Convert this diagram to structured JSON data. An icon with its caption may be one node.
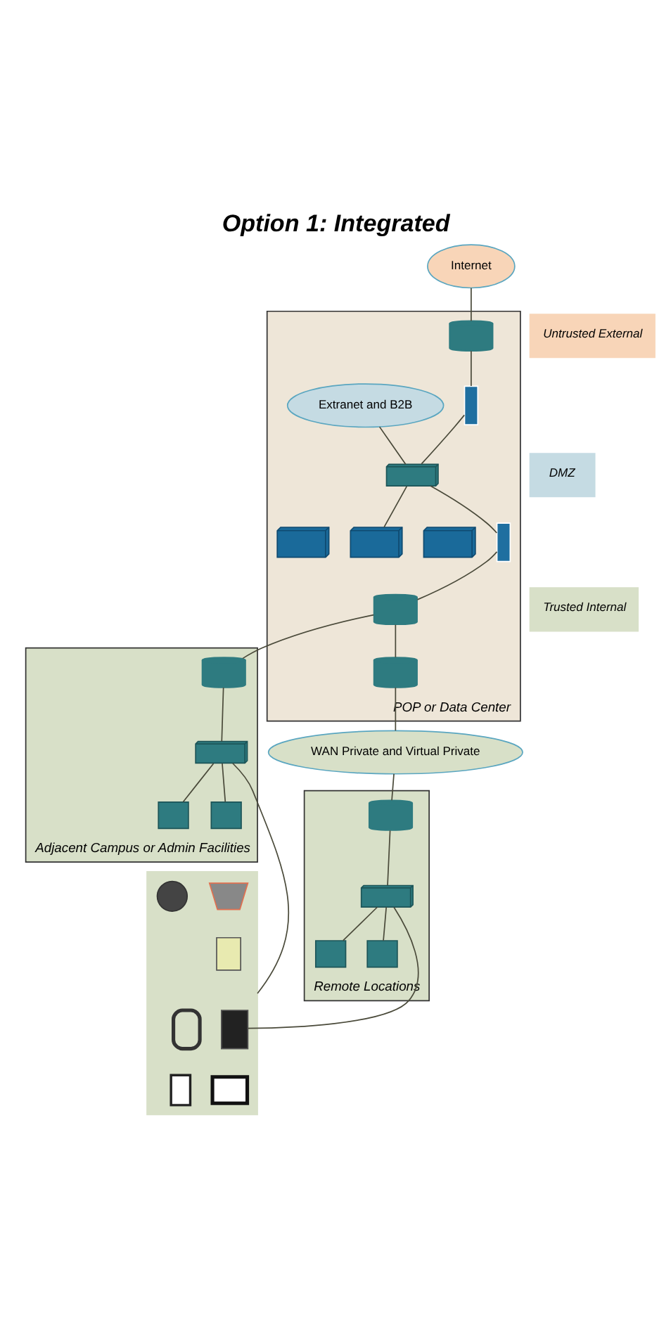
{
  "diagram": {
    "title": "Option 1: Integrated",
    "nodes": [
      {
        "text": [
          "Internet"
        ]
      },
      {
        "text": [
          "Untrusted External"
        ]
      },
      {
        "text": [
          "DMZ"
        ]
      },
      {
        "text": [
          "Trusted Internal"
        ]
      },
      {
        "text": [
          "POP or Data Center"
        ]
      },
      {
        "text": [],
        "shape": "router",
        "in": 4
      },
      {
        "text": [],
        "shape": "firewall",
        "in": 4
      },
      {
        "text": [],
        "shape": "switch",
        "in": 4
      },
      {
        "text": [
          "Extranet and B2B"
        ],
        "in": 4
      },
      {
        "text": [],
        "shape": "server",
        "in": 4
      },
      {
        "text": [],
        "shape": "server",
        "in": 4
      },
      {
        "text": [],
        "shape": "server",
        "in": 4
      },
      {
        "text": [],
        "shape": "firewall",
        "in": 4
      },
      {
        "text": [],
        "shape": "router",
        "in": 4
      },
      {
        "text": [],
        "shape": "router",
        "in": 4
      },
      {
        "text": [
          "WAN Private and Virtual Private"
        ]
      },
      {
        "text": [
          "Remote Locations"
        ]
      },
      {
        "text": [],
        "shape": "router",
        "in": 16
      },
      {
        "text": [],
        "shape": "switch",
        "in": 16
      },
      {
        "text": [],
        "shape": "computer",
        "in": 16
      },
      {
        "text": [],
        "shape": "computer",
        "in": 16
      },
      {
        "text": [
          "Adjacent Campus or Admin Facilities"
        ]
      },
      {
        "text": [],
        "shape": "router",
        "in": 21
      },
      {
        "text": [],
        "shape": "switch",
        "in": 21
      },
      {
        "text": [],
        "shape": "computer",
        "in": 21
      },
      {
        "text": [],
        "shape": "computer",
        "in": 21
      },
      {
        "text": [],
        "shape": "box"
      },
      {
        "text": [],
        "shape": "fridge",
        "in": 26
      },
      {
        "text": [],
        "shape": "reader",
        "in": 26
      },
      {
        "text": [],
        "shape": "camera",
        "in": 26
      },
      {
        "text": [],
        "shape": "scanner",
        "in": 26
      },
      {
        "text": [],
        "shape": "terminal",
        "in": 26
      },
      {
        "text": [],
        "shape": "tv",
        "in": 26
      },
      {
        "text": [],
        "shape": "badge",
        "in": 26
      }
    ],
    "edges": [
      {
        "from": 0,
        "to": 5,
        "arrow": "none"
      },
      {
        "from": 5,
        "to": 6,
        "arrow": "none"
      },
      {
        "from": 6,
        "to": 7,
        "arrow": "none"
      },
      {
        "from": 8,
        "to": 7,
        "arrow": "none"
      },
      {
        "from": 7,
        "to": 10,
        "arrow": "none"
      },
      {
        "from": 7,
        "to": 12,
        "arrow": "none"
      },
      {
        "from": 12,
        "to": 13,
        "arrow": "none"
      },
      {
        "from": 13,
        "to": 14,
        "arrow": "none"
      },
      {
        "from": 14,
        "to": 15,
        "arrow": "none"
      },
      {
        "from": 15,
        "to": 17,
        "arrow": "none"
      },
      {
        "from": 17,
        "to": 18,
        "arrow": "none"
      },
      {
        "from": 18,
        "to": 19,
        "arrow": "none"
      },
      {
        "from": 18,
        "to": 20,
        "arrow": "none"
      },
      {
        "from": 13,
        "to": 22,
        "arrow": "none"
      },
      {
        "from": 22,
        "to": 23,
        "arrow": "none"
      },
      {
        "from": 23,
        "to": 24,
        "arrow": "none"
      },
      {
        "from": 23,
        "to": 25,
        "arrow": "none"
      },
      {
        "from": 18,
        "to": 28,
        "arrow": "none"
      },
      {
        "from": 23,
        "to": 26,
        "arrow": "none"
      }
    ]
  }
}
